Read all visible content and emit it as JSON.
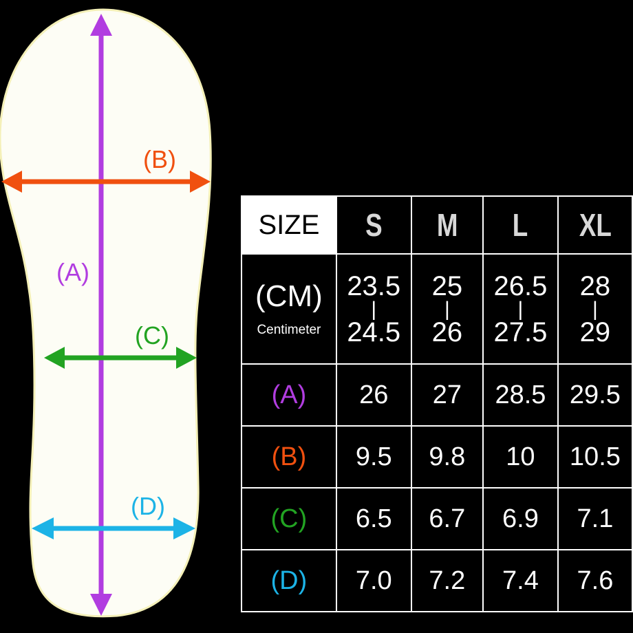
{
  "diagram": {
    "labels": {
      "A": {
        "text": "(A)",
        "color": "#b13de0"
      },
      "B": {
        "text": "(B)",
        "color": "#f0500f"
      },
      "C": {
        "text": "(C)",
        "color": "#22a322"
      },
      "D": {
        "text": "(D)",
        "color": "#1cb3e6"
      }
    },
    "insole_fill": "#fdfdf5",
    "insole_outline": "#f4f0b8"
  },
  "table": {
    "size_header": "SIZE",
    "sizes": [
      "S",
      "M",
      "L",
      "XL"
    ],
    "cm_label": "(CM)",
    "cm_sublabel": "Centimeter",
    "cm_ranges": [
      {
        "from": "23.5",
        "sep": "|",
        "to": "24.5"
      },
      {
        "from": "25",
        "sep": "|",
        "to": "26"
      },
      {
        "from": "26.5",
        "sep": "|",
        "to": "27.5"
      },
      {
        "from": "28",
        "sep": "|",
        "to": "29"
      }
    ],
    "rows": [
      {
        "label": "(A)",
        "color": "#b13de0",
        "values": [
          "26",
          "27",
          "28.5",
          "29.5"
        ]
      },
      {
        "label": "(B)",
        "color": "#f0500f",
        "values": [
          "9.5",
          "9.8",
          "10",
          "10.5"
        ]
      },
      {
        "label": "(C)",
        "color": "#22a322",
        "values": [
          "6.5",
          "6.7",
          "6.9",
          "7.1"
        ]
      },
      {
        "label": "(D)",
        "color": "#1cb3e6",
        "values": [
          "7.0",
          "7.2",
          "7.4",
          "7.6"
        ]
      }
    ]
  }
}
